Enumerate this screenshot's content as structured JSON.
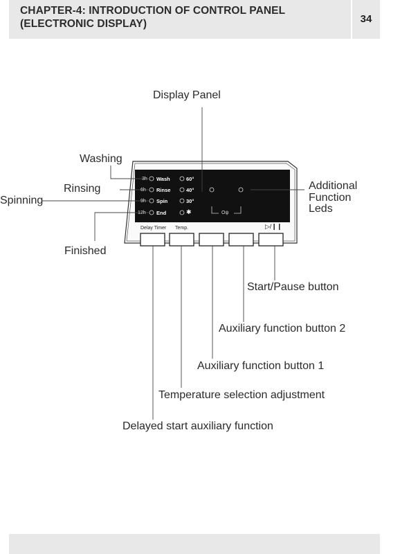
{
  "header": {
    "title_line1": "CHAPTER-4:  INTRODUCTION OF CONTROL PANEL",
    "title_line2": "(ELECTRONIC DISPLAY)",
    "page_number": "34"
  },
  "display": {
    "rows": [
      {
        "time": "3h",
        "stage": "Wash",
        "temp": "60°"
      },
      {
        "time": "6h",
        "stage": "Rinse",
        "temp": "40°"
      },
      {
        "time": "9h",
        "stage": "Spin",
        "temp": "30°"
      },
      {
        "time": "12h",
        "stage": "End",
        "temp": "✱"
      }
    ],
    "aux_symbol": "Oψ"
  },
  "controls": {
    "delay_timer_label": "Delay Timer",
    "temp_label": "Temp.",
    "start_pause_symbol": "▷/❙❙"
  },
  "callouts": {
    "display_panel": "Display Panel",
    "washing": "Washing",
    "rinsing": "Rinsing",
    "spinning": "Spinning",
    "finished": "Finished",
    "additional_1": "Additional",
    "additional_2": "Function",
    "additional_3": "Leds",
    "start_pause": "Start/Pause button",
    "aux2": "Auxiliary function button 2",
    "aux1": "Auxiliary function button 1",
    "temperature": "Temperature selection adjustment",
    "delayed": "Delayed start auxiliary function"
  }
}
